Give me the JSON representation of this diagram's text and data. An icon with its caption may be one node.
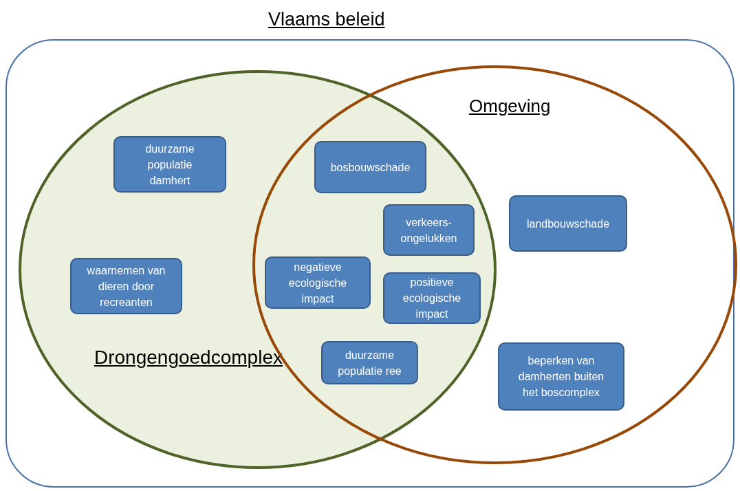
{
  "diagram": {
    "nodes": [
      {
        "text": [
          "Vlaams beleid"
        ]
      },
      {
        "text": [
          "Drongengoedcomplex"
        ],
        "in": 0
      },
      {
        "text": [
          "Omgeving"
        ],
        "in": 0
      },
      {
        "text": [
          "duurzame populatie damhert"
        ],
        "in": 1
      },
      {
        "text": [
          "waarnemen van dieren door recreanten"
        ],
        "in": 1
      },
      {
        "text": [
          "bosbouwschade"
        ]
      },
      {
        "text": [
          "verkeers- ongelukken"
        ]
      },
      {
        "text": [
          "negatieve ecologische impact"
        ]
      },
      {
        "text": [
          "positieve ecologische impact"
        ]
      },
      {
        "text": [
          "duurzame populatie ree"
        ]
      },
      {
        "text": [
          "landbouwschade"
        ],
        "in": 2
      },
      {
        "text": [
          "beperken van damherten buiten het boscomplex"
        ],
        "in": 2
      }
    ]
  }
}
